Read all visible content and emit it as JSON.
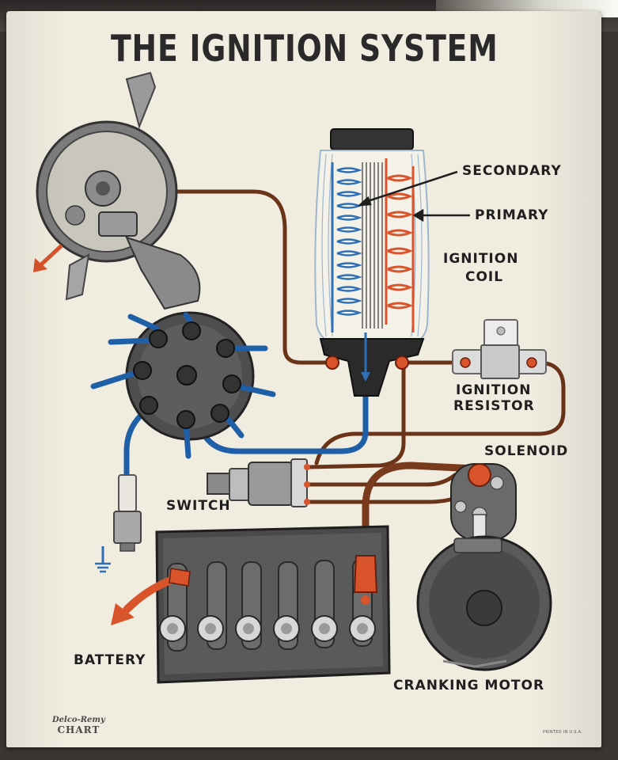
{
  "poster": {
    "title": "THE IGNITION SYSTEM",
    "labels": {
      "secondary": "SECONDARY",
      "primary": "PRIMARY",
      "ignition_coil_line1": "IGNITION",
      "ignition_coil_line2": "COIL",
      "ignition_resistor_line1": "IGNITION",
      "ignition_resistor_line2": "RESISTOR",
      "solenoid": "SOLENOID",
      "switch": "SWITCH",
      "battery": "BATTERY",
      "cranking_motor": "CRANKING MOTOR"
    },
    "brand_line1": "Delco-Remy",
    "brand_line2": "CHART",
    "printed_note": "PRINTED IN U.S.A."
  },
  "colors": {
    "paper": "#f1ece0",
    "primary_wire": "#7a3a1e",
    "secondary_wire": "#2f6fb5",
    "coil_primary_winding": "#d9532b",
    "coil_secondary_winding": "#2f6fb5",
    "terminal_red": "#d9532b",
    "metal_gray": "#6f6f6f"
  }
}
